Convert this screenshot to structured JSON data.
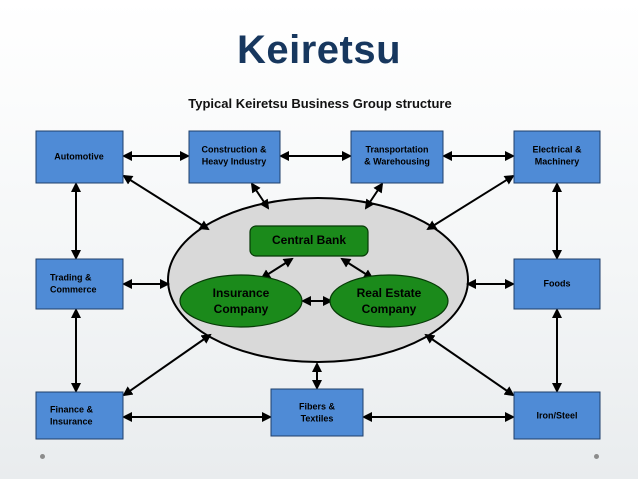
{
  "title": "Keiretsu",
  "subtitle": "Typical Keiretsu Business Group structure",
  "boxes": {
    "automotive": [
      "Automotive"
    ],
    "construction": [
      "Construction &",
      "Heavy Industry"
    ],
    "transportation": [
      "Transportation",
      "& Warehousing"
    ],
    "electrical": [
      "Electrical &",
      "Machinery"
    ],
    "trading": [
      "Trading &",
      "Commerce"
    ],
    "foods": [
      "Foods"
    ],
    "finance": [
      "Finance &",
      "Insurance"
    ],
    "fibers": [
      "Fibers &",
      "Textiles"
    ],
    "iron": [
      "Iron/Steel"
    ]
  },
  "core": {
    "central_bank": [
      "Central Bank"
    ],
    "insurance": [
      "Insurance",
      "Company"
    ],
    "real_estate": [
      "Real Estate",
      "Company"
    ]
  },
  "colors": {
    "title": "#17375e",
    "box_fill": "#4f8bd6",
    "core_fill": "#1b8a1b",
    "hub_fill": "#d9d9d9"
  }
}
